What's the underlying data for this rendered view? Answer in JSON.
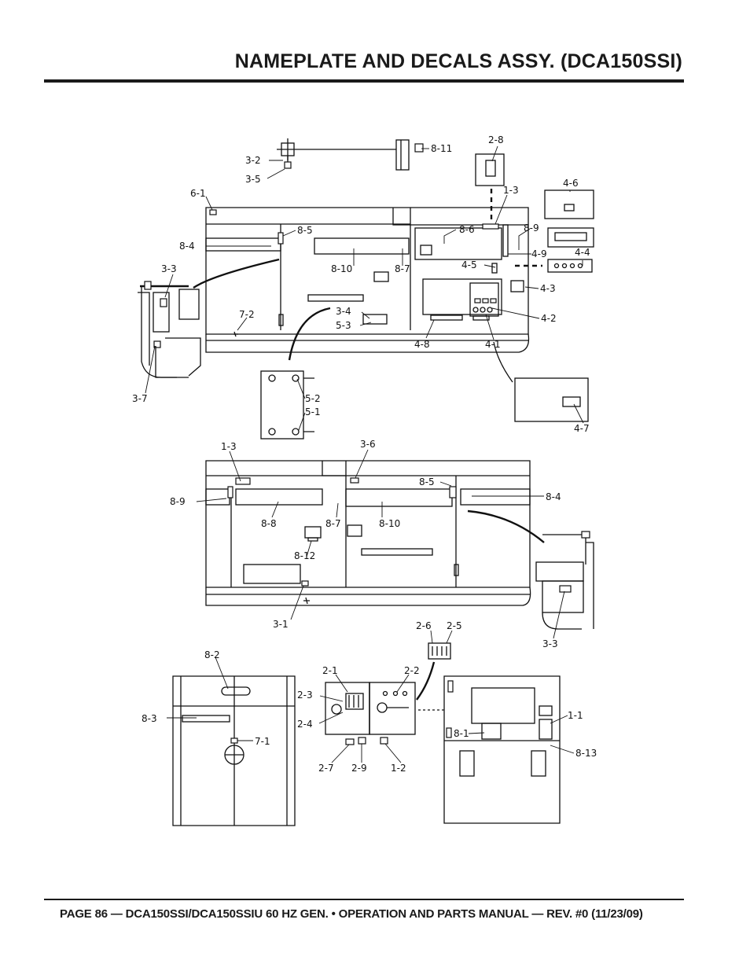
{
  "header": {
    "title": "NAMEPLATE AND DECALS ASSY. (DCA150SSI)"
  },
  "footer": {
    "text": "PAGE 86 — DCA150SSI/DCA150SSIU 60 HZ GEN. • OPERATION AND PARTS MANUAL — REV. #0 (11/23/09)"
  },
  "callouts": {
    "c_8_11": "8-11",
    "c_2_8": "2-8",
    "c_3_2": "3-2",
    "c_3_5": "3-5",
    "c_6_1": "6-1",
    "c_1_3a": "1-3",
    "c_4_6": "4-6",
    "c_8_5a": "8-5",
    "c_8_6": "8-6",
    "c_8_9a": "8-9",
    "c_8_4a": "8-4",
    "c_4_9": "4-9",
    "c_4_4": "4-4",
    "c_3_3a": "3-3",
    "c_8_10a": "8-10",
    "c_8_7a": "8-7",
    "c_4_5": "4-5",
    "c_4_3": "4-3",
    "c_7_2": "7-2",
    "c_3_4": "3-4",
    "c_5_3": "5-3",
    "c_4_2": "4-2",
    "c_4_8": "4-8",
    "c_4_1": "4-1",
    "c_3_7": "3-7",
    "c_5_2": "5-2",
    "c_5_1": "5-1",
    "c_4_7": "4-7",
    "c_1_3b": "1-3",
    "c_3_6": "3-6",
    "c_8_5b": "8-5",
    "c_8_9b": "8-9",
    "c_8_4b": "8-4",
    "c_8_8": "8-8",
    "c_8_7b": "8-7",
    "c_8_10b": "8-10",
    "c_8_12": "8-12",
    "c_3_1": "3-1",
    "c_3_3b": "3-3",
    "c_2_6": "2-6",
    "c_2_5": "2-5",
    "c_8_2": "8-2",
    "c_2_1": "2-1",
    "c_2_2": "2-2",
    "c_8_3": "8-3",
    "c_2_3": "2-3",
    "c_2_4": "2-4",
    "c_7_1": "7-1",
    "c_1_1": "1-1",
    "c_8_1": "8-1",
    "c_8_13": "8-13",
    "c_2_7": "2-7",
    "c_2_9": "2-9",
    "c_1_2": "1-2"
  }
}
